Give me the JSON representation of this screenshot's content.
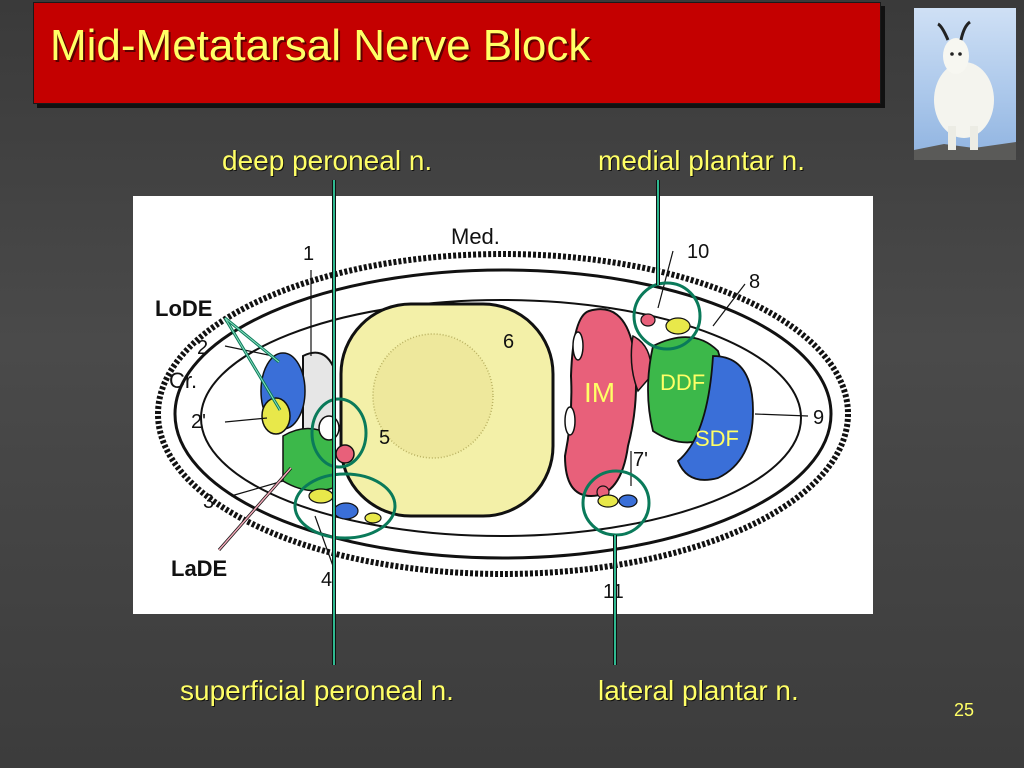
{
  "slide": {
    "title": "Mid-Metatarsal Nerve Block",
    "page_number": "25"
  },
  "nerve_labels": {
    "deep_peroneal": "deep peroneal n.",
    "medial_plantar": "medial plantar n.",
    "superficial_peroneal": "superficial peroneal n.",
    "lateral_plantar": "lateral plantar n."
  },
  "diagram": {
    "side_label": "Med.",
    "cr_label": "Cr.",
    "numbers": [
      "1",
      "2",
      "2'",
      "3",
      "4",
      "5",
      "6",
      "7'",
      "8",
      "9",
      "10",
      "11"
    ],
    "lode_label": "LoDE",
    "lade_label": "LaDE",
    "im_label": "IM",
    "ddf_label": "DDF",
    "sdf_label": "SDF"
  },
  "colors": {
    "title_bg": "#c40000",
    "title_text": "#ffff66",
    "leader_line": "#0a7a5a",
    "nerve_circle": "#0a7a5a",
    "bone_fill": "#f3f0a8",
    "pink": "#e8607a",
    "green": "#3cb84a",
    "blue": "#3a6fd8",
    "yellow": "#e8e84a"
  }
}
